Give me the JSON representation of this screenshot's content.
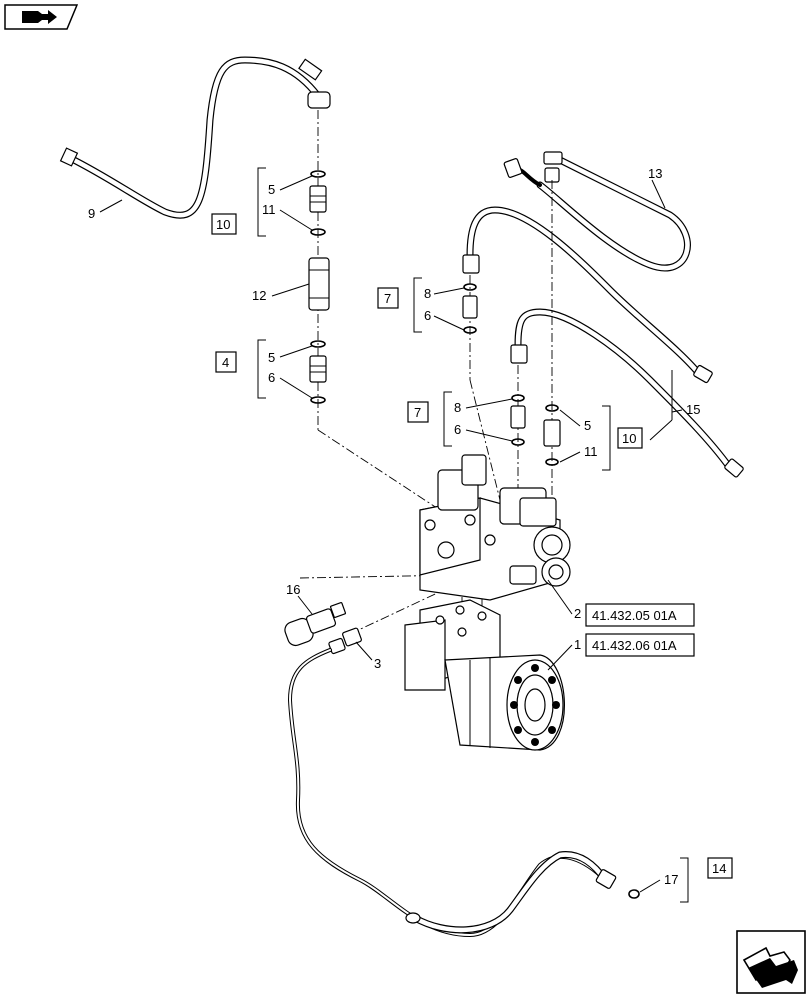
{
  "callouts": {
    "c1": "1",
    "c2": "2",
    "c3": "3",
    "c9": "9",
    "c12": "12",
    "c13": "13",
    "c15": "15",
    "c16": "16",
    "c17": "17",
    "g10a_5": "5",
    "g10a_11": "11",
    "g4_5": "5",
    "g4_6": "6",
    "g7a_8": "8",
    "g7a_6": "6",
    "g7b_8": "8",
    "g7b_6": "6",
    "g10b_5": "5",
    "g10b_11": "11"
  },
  "boxed_refs": {
    "b10a": "10",
    "b4": "4",
    "b7a": "7",
    "b7b": "7",
    "b10b": "10",
    "b14": "14"
  },
  "references": {
    "ref2": "41.432.05 01A",
    "ref1": "41.432.06 01A"
  },
  "navigation": {
    "top_left_icon": "book-arrow-icon",
    "bottom_right_icon": "next-page-arrow-icon"
  }
}
